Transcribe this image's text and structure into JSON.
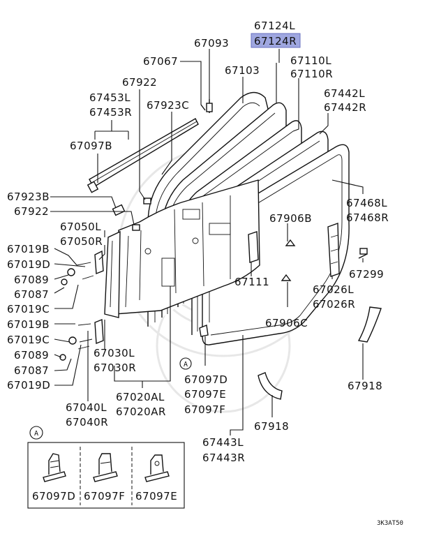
{
  "diagram_code": "3K3AT50",
  "highlight_color": "#9fa7e0",
  "detail_marker": "A",
  "labels": {
    "l67124L": "67124L",
    "l67124R": "67124R",
    "l67093": "67093",
    "l67110L": "67110L",
    "l67110R": "67110R",
    "l67067": "67067",
    "l67103": "67103",
    "l67922a": "67922",
    "l67442L": "67442L",
    "l67442R": "67442R",
    "l67453L": "67453L",
    "l67453R": "67453R",
    "l67923C": "67923C",
    "l67097B": "67097B",
    "l67923B": "67923B",
    "l67922b": "67922",
    "l67468L": "67468L",
    "l67468R": "67468R",
    "l67050L": "67050L",
    "l67050R": "67050R",
    "l67906B": "67906B",
    "l67019Ba": "67019B",
    "l67019Da": "67019D",
    "l67089a": "67089",
    "l67087a": "67087",
    "l67019Ca": "67019C",
    "l67299": "67299",
    "l67111": "67111",
    "l67026L": "67026L",
    "l67026R": "67026R",
    "l67906C": "67906C",
    "l67019Bb": "67019B",
    "l67019Cb": "67019C",
    "l67030L": "67030L",
    "l67030R": "67030R",
    "l67089b": "67089",
    "l67087b": "67087",
    "l67019Db": "67019D",
    "l67097D": "67097D",
    "l67097E": "67097E",
    "l67097F": "67097F",
    "l67918a": "67918",
    "l67020AL": "67020AL",
    "l67020AR": "67020AR",
    "l67918b": "67918",
    "l67040L": "67040L",
    "l67040R": "67040R",
    "l67443L": "67443L",
    "l67443R": "67443R"
  },
  "detail_box": {
    "marker": "A",
    "items": [
      "67097D",
      "67097F",
      "67097E"
    ]
  }
}
